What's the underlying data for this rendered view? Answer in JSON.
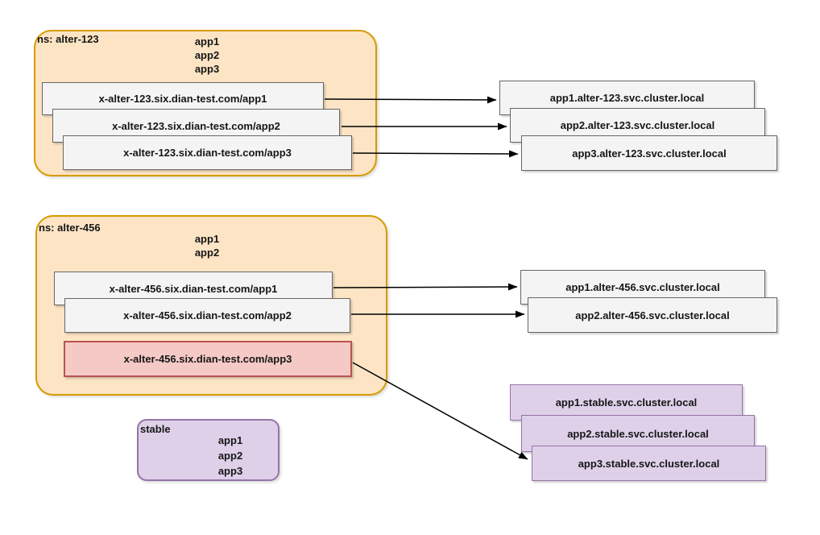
{
  "ns1": {
    "label": "ns: alter-123",
    "pods": [
      "app1",
      "app2",
      "app3"
    ],
    "ingresses": [
      "x-alter-123.six.dian-test.com/app1",
      "x-alter-123.six.dian-test.com/app2",
      "x-alter-123.six.dian-test.com/app3"
    ],
    "services": [
      "app1.alter-123.svc.cluster.local",
      "app2.alter-123.svc.cluster.local",
      "app3.alter-123.svc.cluster.local"
    ]
  },
  "ns2": {
    "label": "ns: alter-456",
    "pods": [
      "app1",
      "app2"
    ],
    "ingresses": [
      "x-alter-456.six.dian-test.com/app1",
      "x-alter-456.six.dian-test.com/app2",
      "x-alter-456.six.dian-test.com/app3"
    ],
    "services": [
      "app1.alter-456.svc.cluster.local",
      "app2.alter-456.svc.cluster.local"
    ]
  },
  "ns3": {
    "label": "stable",
    "pods": [
      "app1",
      "app2",
      "app3"
    ],
    "services": [
      "app1.stable.svc.cluster.local",
      "app2.stable.svc.cluster.local",
      "app3.stable.svc.cluster.local"
    ]
  },
  "colors": {
    "namespace_fill": "#fce4c4",
    "namespace_border": "#d79b00",
    "host_fill": "#f4f4f4",
    "host_border": "#666666",
    "alert_fill": "#f5c9c6",
    "alert_border": "#b85450",
    "stable_fill": "#ded0e9",
    "stable_border": "#9673a6",
    "arrow": "#000000"
  }
}
